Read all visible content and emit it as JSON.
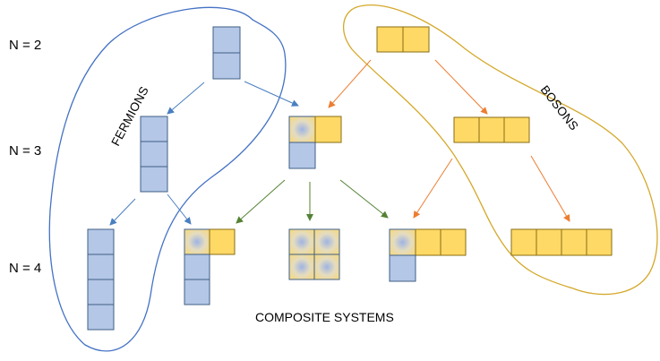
{
  "rows": [
    "N = 2",
    "N = 3",
    "N = 4"
  ],
  "regions": {
    "fermions": "FERMIONS",
    "bosons": "BOSONS",
    "composite": "COMPOSITE SYSTEMS"
  },
  "colors": {
    "fermion_cell": "#b4c7e7",
    "boson_cell": "#ffd966",
    "fermion_outline": "#4472c4",
    "boson_outline": "#d4a82a",
    "arrow_blue": "#4a7fc1",
    "arrow_orange": "#ed7d31",
    "arrow_green": "#548235"
  }
}
